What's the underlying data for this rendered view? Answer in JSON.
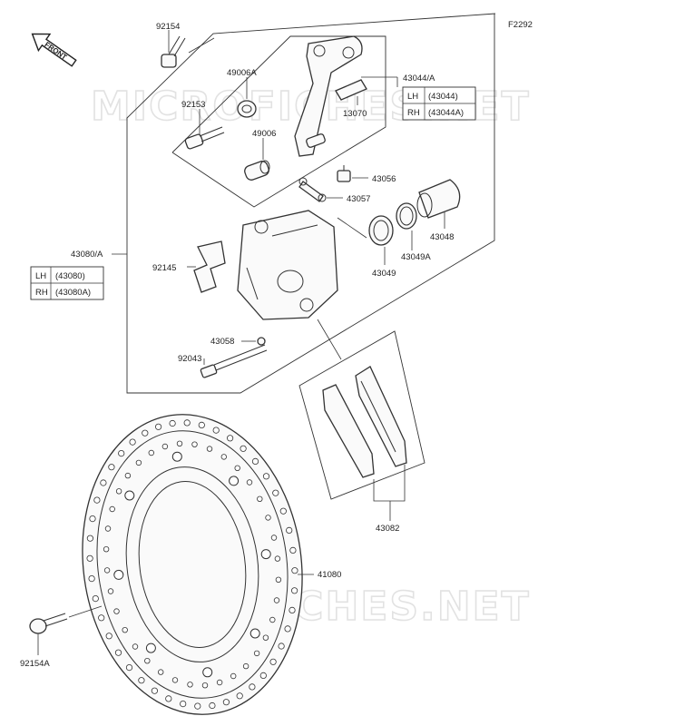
{
  "diagram_code": "F2292",
  "front_label": "FRONT",
  "watermark": [
    "MICROFICHES.NET",
    "MICROFICHES.NET"
  ],
  "callouts": [
    {
      "id": "c-92154",
      "text": "92154"
    },
    {
      "id": "c-49006A",
      "text": "49006A"
    },
    {
      "id": "c-92153",
      "text": "92153"
    },
    {
      "id": "c-49006",
      "text": "49006"
    },
    {
      "id": "c-43044A",
      "text": "43044/A"
    },
    {
      "id": "c-13070",
      "text": "13070"
    },
    {
      "id": "c-43056",
      "text": "43056"
    },
    {
      "id": "c-43057",
      "text": "43057"
    },
    {
      "id": "c-43080A",
      "text": "43080/A"
    },
    {
      "id": "c-92145",
      "text": "92145"
    },
    {
      "id": "c-43048",
      "text": "43048"
    },
    {
      "id": "c-43049A",
      "text": "43049A"
    },
    {
      "id": "c-43049",
      "text": "43049"
    },
    {
      "id": "c-43058",
      "text": "43058"
    },
    {
      "id": "c-92043",
      "text": "92043"
    },
    {
      "id": "c-43082",
      "text": "43082"
    },
    {
      "id": "c-41080",
      "text": "41080"
    },
    {
      "id": "c-92154A",
      "text": "92154A"
    }
  ],
  "side_tables": {
    "bracket": [
      {
        "side": "LH",
        "part": "(43044)"
      },
      {
        "side": "RH",
        "part": "(43044A)"
      }
    ],
    "caliper": [
      {
        "side": "LH",
        "part": "(43080)"
      },
      {
        "side": "RH",
        "part": "(43080A)"
      }
    ]
  }
}
